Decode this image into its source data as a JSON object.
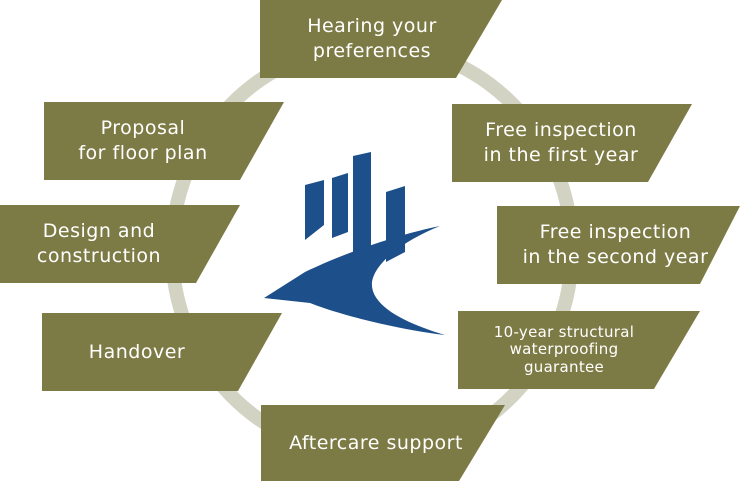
{
  "colors": {
    "box_fill": "#7d7b45",
    "text": "#ffffff",
    "ring": "#d3d3c3",
    "logo": "#1d4f8a"
  },
  "center_logo": {
    "icon": "building-skyline-logo-icon"
  },
  "steps": [
    {
      "label": "Hearing your\npreferences"
    },
    {
      "label": "Free inspection\nin the first year"
    },
    {
      "label": "Free inspection\nin the second year"
    },
    {
      "label": "10-year structural\nwaterproofing\nguarantee"
    },
    {
      "label": "Aftercare support"
    },
    {
      "label": "Handover"
    },
    {
      "label": "Design and\nconstruction"
    },
    {
      "label": "Proposal\nfor floor plan"
    }
  ]
}
